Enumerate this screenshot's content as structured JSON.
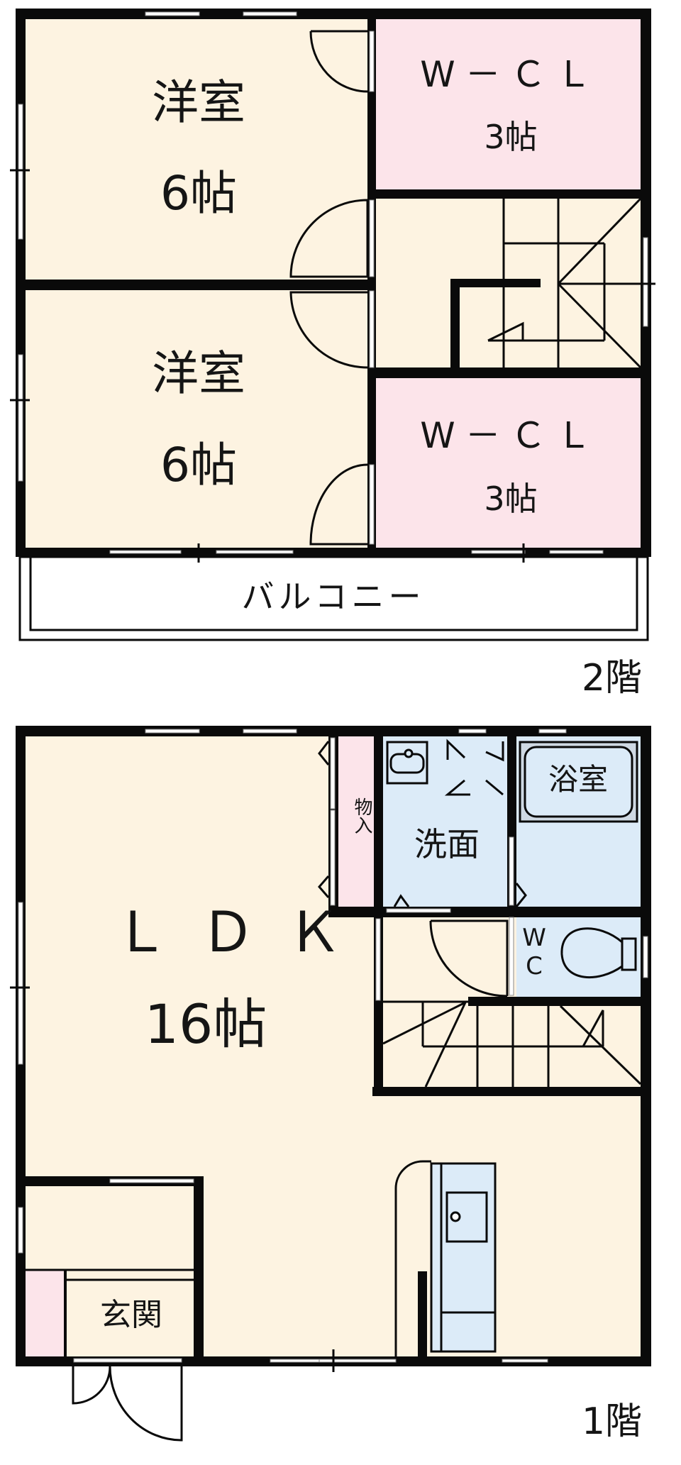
{
  "floorplan": {
    "colors": {
      "wall": "#0a0a0a",
      "room_fill": "#fdf3e1",
      "closet_fill": "#fce4ea",
      "wet_fill": "#dcebf8",
      "background": "#ffffff"
    },
    "floor2": {
      "label": "2階",
      "rooms": [
        {
          "name": "洋室",
          "size": "6帖"
        },
        {
          "name": "洋室",
          "size": "6帖"
        },
        {
          "name": "W－ＣＬ",
          "size": "3帖"
        },
        {
          "name": "W－ＣＬ",
          "size": "3帖"
        }
      ],
      "balcony": "バルコニー"
    },
    "floor1": {
      "label": "1階",
      "ldk": {
        "name": "ＬＤＫ",
        "size": "16帖"
      },
      "storage": "物入",
      "washroom": "洗面",
      "bathroom": "浴室",
      "toilet": [
        "W",
        "C"
      ],
      "entrance": "玄関"
    }
  }
}
